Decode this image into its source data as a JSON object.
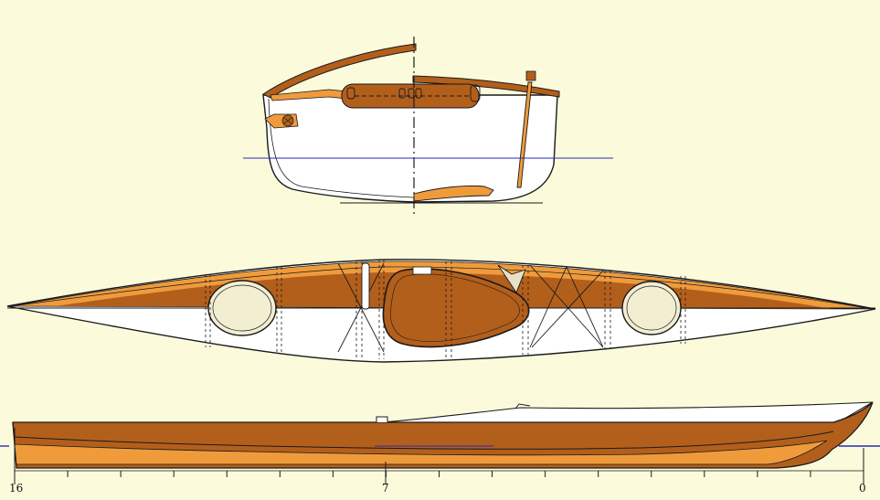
{
  "palette": {
    "background": "#fbfbdc",
    "wood_dark": "#b35f1c",
    "wood_light": "#ef9b3c",
    "deck_white": "#ffffff",
    "hatch_cream": "#f2eed2",
    "ink": "#1a1a1a",
    "waterline_blue": "#2a2ab8"
  },
  "profile_scale": {
    "labels": [
      "16",
      "7",
      "0"
    ]
  }
}
